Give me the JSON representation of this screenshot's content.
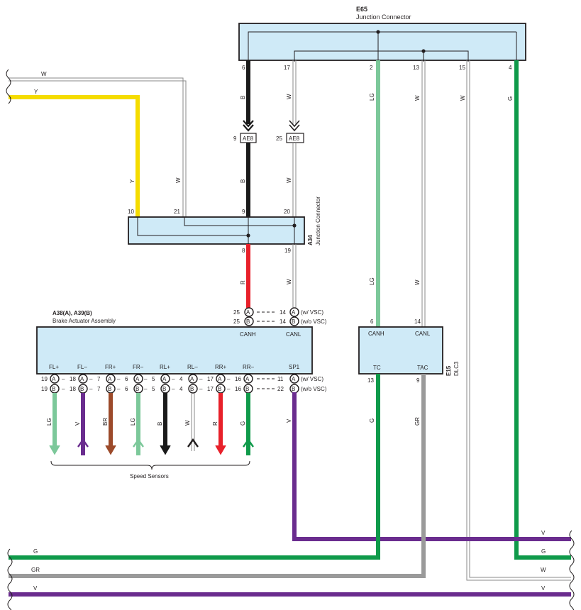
{
  "colors": {
    "B": "#1a1a1a",
    "W": "#ffffff",
    "Y": "#f5dc00",
    "R": "#e8202a",
    "LG": "#7cc89a",
    "G": "#0f9a4a",
    "V": "#6a2c8e",
    "BR": "#9c4a2a",
    "GR": "#9a9a9a",
    "box": "#cfeaf7"
  },
  "e65": {
    "code": "E65",
    "title": "Junction Connector",
    "pins": [
      "6",
      "17",
      "2",
      "13",
      "15",
      "4"
    ]
  },
  "ae8": {
    "label": "AE8",
    "left_pin": "9",
    "right_pin": "25"
  },
  "a34": {
    "code": "A34",
    "title": "Junction Connector",
    "top_pins": [
      "10",
      "21",
      "9",
      "20"
    ],
    "bottom_pins": [
      "8",
      "19"
    ]
  },
  "brake": {
    "codes": "A38(A), A39(B)",
    "title": "Brake Actuator Assembly",
    "canh": "CANH",
    "canl": "CANL",
    "can_pins_a": [
      "25",
      "14"
    ],
    "can_pins_b": [
      "25",
      "14"
    ],
    "w_vsc": "(w/ VSC)",
    "wo_vsc": "(w/o VSC)",
    "terminals": [
      "FL+",
      "FL–",
      "FR+",
      "FR–",
      "RL+",
      "RL–",
      "RR+",
      "RR–",
      "SP1"
    ],
    "row_a": [
      "19",
      "18",
      "7",
      "6",
      "5",
      "4",
      "17",
      "16",
      "11"
    ],
    "row_b": [
      "19",
      "18",
      "7",
      "6",
      "5",
      "4",
      "17",
      "16",
      "22"
    ],
    "sensor_wires": [
      "LG",
      "V",
      "BR",
      "LG",
      "B",
      "W",
      "R",
      "G",
      "V"
    ],
    "sensors_label": "Speed Sensors",
    "conn_a": "A",
    "conn_b": "B",
    "dash": "–"
  },
  "dlc3": {
    "code": "E15",
    "title": "DLC3",
    "canh": "CANH",
    "canl": "CANL",
    "tc": "TC",
    "tac": "TAC",
    "pins_top": [
      "6",
      "14"
    ],
    "pins_bottom": [
      "13",
      "9"
    ]
  },
  "wire_labels": {
    "left_w": "W",
    "left_y": "Y",
    "y_down": "Y",
    "w_down": "W",
    "b_upper": "B",
    "w_upper": "W",
    "b_lower": "B",
    "w_lower": "W",
    "r_a34": "R",
    "w_a34": "W",
    "e65_lg": "LG",
    "e65_w13": "W",
    "e65_w15": "W",
    "e65_g": "G",
    "lg_dlc": "LG",
    "w_dlc": "W",
    "g_tc": "G",
    "gr_tac": "GR"
  },
  "bottom_bus": {
    "v_top": "V",
    "g_right": "G",
    "w_right": "W",
    "v_bottom": "V",
    "g_left": "G",
    "gr_left": "GR",
    "v_left": "V"
  }
}
